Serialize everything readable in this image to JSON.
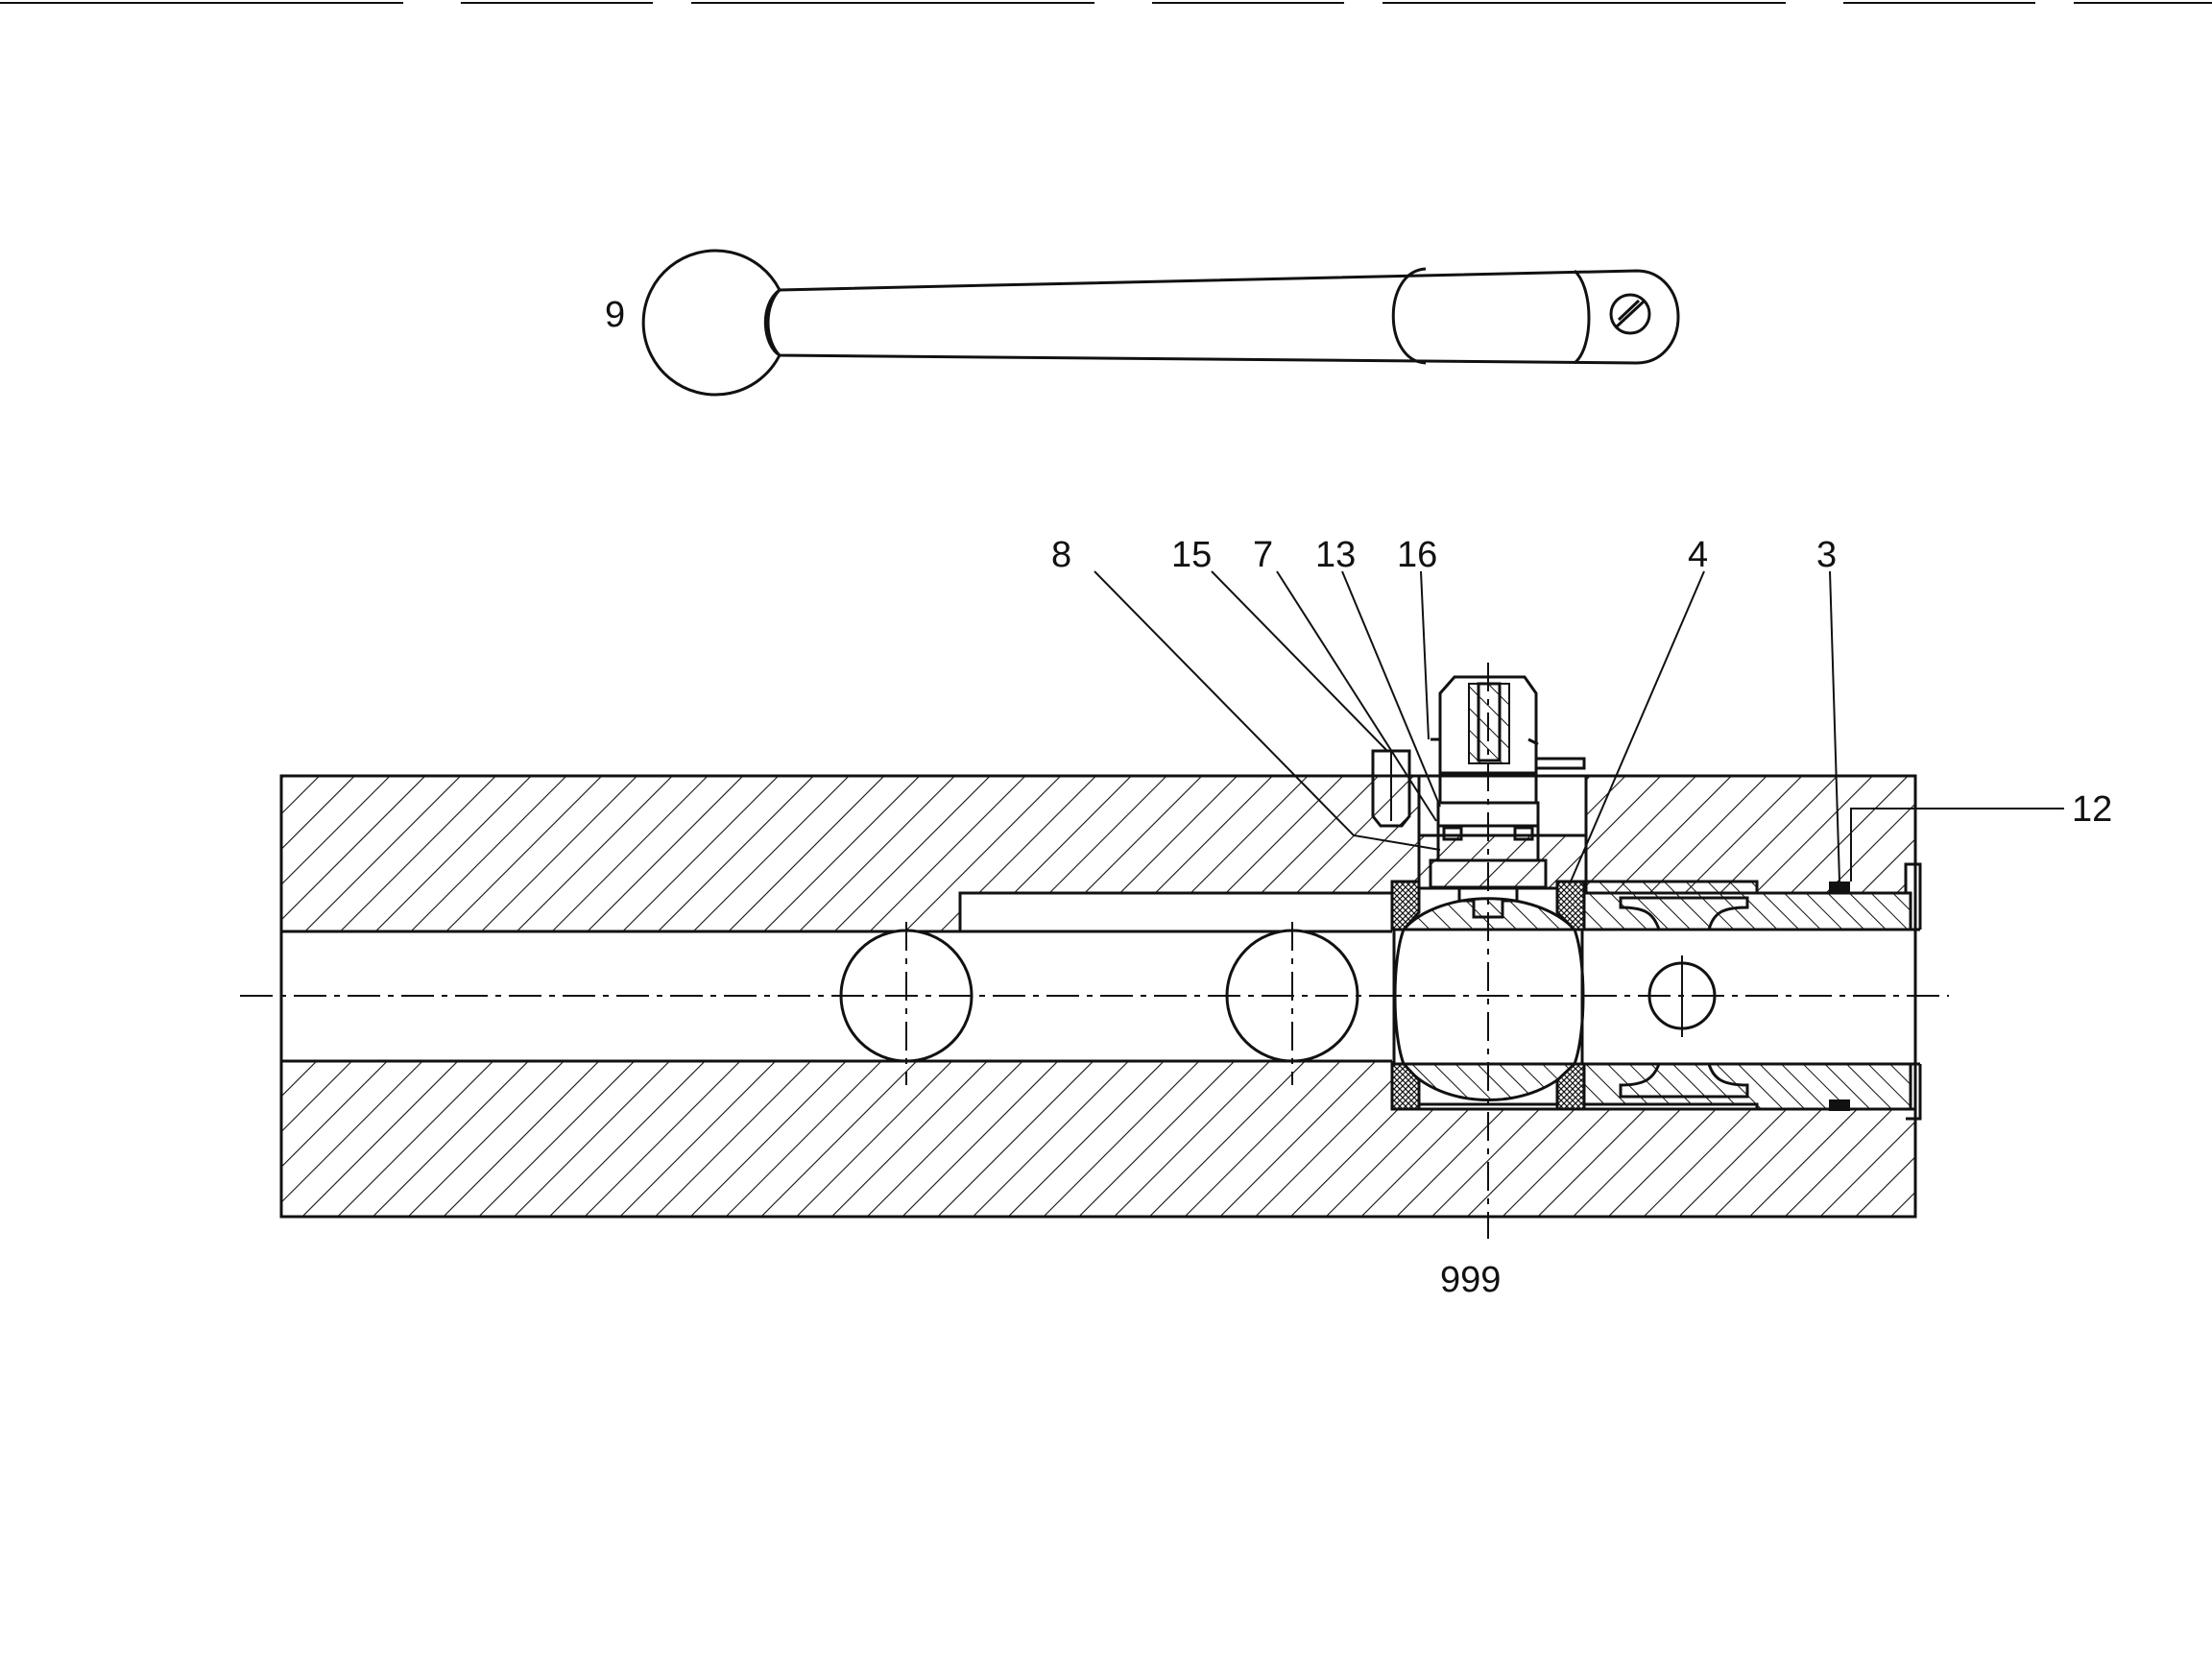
{
  "callouts": {
    "handle": "9",
    "c8": "8",
    "c15": "15",
    "c7": "7",
    "c13": "13",
    "c16": "16",
    "c4": "4",
    "c3": "3",
    "c12": "12",
    "c999": "999"
  },
  "colors": {
    "ink": "#111111",
    "paper": "#ffffff"
  }
}
